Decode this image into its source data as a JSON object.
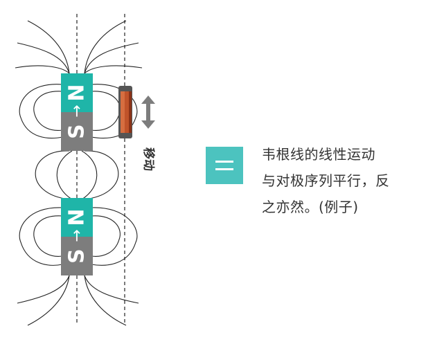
{
  "diagram": {
    "magnets": [
      {
        "north_label": "N",
        "south_label": "S",
        "arrow": "↑"
      },
      {
        "north_label": "N",
        "south_label": "S",
        "arrow": "↑"
      }
    ],
    "move_label": "移动",
    "colors": {
      "north": "#1fb5a8",
      "south": "#7d7d7d",
      "coil": "#c0532a",
      "field_line": "#222222",
      "equals_box": "#4cc3bf"
    }
  },
  "description": {
    "lines": [
      "韦根线的线性运动",
      "与对极序列平行，反",
      "之亦然。(例子)"
    ]
  }
}
